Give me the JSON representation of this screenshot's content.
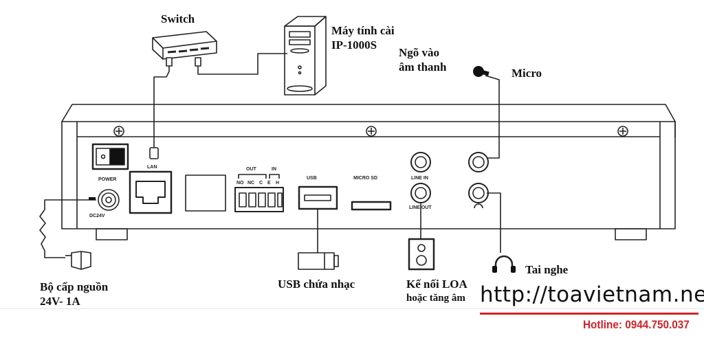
{
  "labels": {
    "switch": "Switch",
    "computer_line1": "Máy tính cài",
    "computer_line2": "IP-1000S",
    "audio_in_line1": "Ngõ vào",
    "audio_in_line2": "âm thanh",
    "micro": "Micro",
    "headphone": "Tai nghe",
    "power_line1": "Bộ cấp nguồn",
    "power_line2": "24V- 1A",
    "usb": "USB chứa nhạc",
    "speaker_line1": "Kế nối LOA",
    "speaker_line2": "hoặc tăng âm"
  },
  "panel": {
    "lan": "LAN",
    "power": "POWER",
    "dc": "DC24V",
    "out": "OUT",
    "in": "IN",
    "no": "NO",
    "nc": "NC",
    "c": "C",
    "e": "E",
    "h": "H",
    "usb": "USB",
    "micro_sd": "MICRO SD",
    "line_in": "LINE IN",
    "line_out": "LINE OUT"
  },
  "footer": {
    "url": "http://toavietnam.net",
    "hotline": "Hotline: 0944.750.037"
  },
  "colors": {
    "hotline": "#d2222a",
    "line": "#222222"
  }
}
